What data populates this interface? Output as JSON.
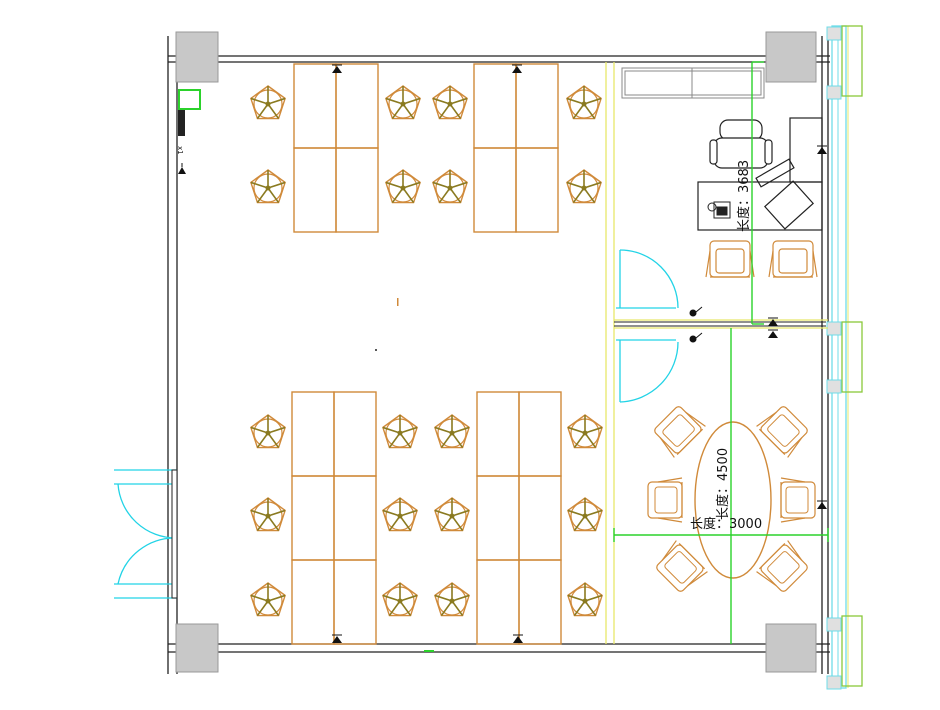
{
  "dimensions": {
    "office_length": "长度：3683",
    "table_length": "长度：4500",
    "room_length": "长度：3000"
  },
  "marks": {
    "wall_tag": "x1"
  },
  "colors": {
    "wall": "#222222",
    "column": "#c8c8c8",
    "furniture": "#d08a3a",
    "chair_spoke": "#8a7a20",
    "partition": "#e8e86a",
    "door": "#22d3e6",
    "window": "#6fdce8",
    "dimension": "#2bd22b",
    "frame_green": "#8ac83a"
  },
  "icons": [
    "swivel-chair-icon",
    "armchair-icon",
    "phone-icon",
    "door-swing-icon",
    "power-outlet-icon"
  ]
}
